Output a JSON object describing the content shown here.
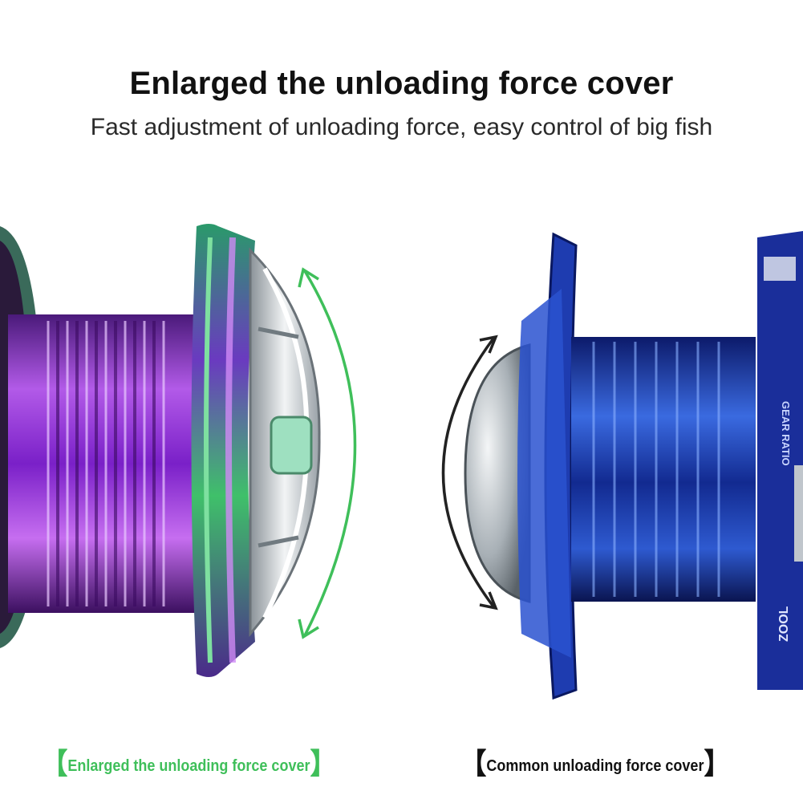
{
  "header": {
    "title": "Enlarged the unloading force cover",
    "subtitle": "Fast adjustment of unloading force, easy control of big fish"
  },
  "captions": {
    "left": {
      "text": "Enlarged the unloading force cover",
      "open": "【",
      "close": "】",
      "color": "#3fbf5a"
    },
    "right": {
      "text": "Common unloading force cover",
      "open": "【",
      "close": "】",
      "color": "#111111"
    }
  },
  "colors": {
    "spool_left_main": "#8a2fd0",
    "spool_left_rim": "#3fc06a",
    "spool_right_main": "#1f3fb8",
    "arrow_left": "#3fbf5a",
    "arrow_right": "#222222"
  },
  "product_markings": {
    "gear_ratio": "GEAR RATIO",
    "model": "ZOOL"
  }
}
